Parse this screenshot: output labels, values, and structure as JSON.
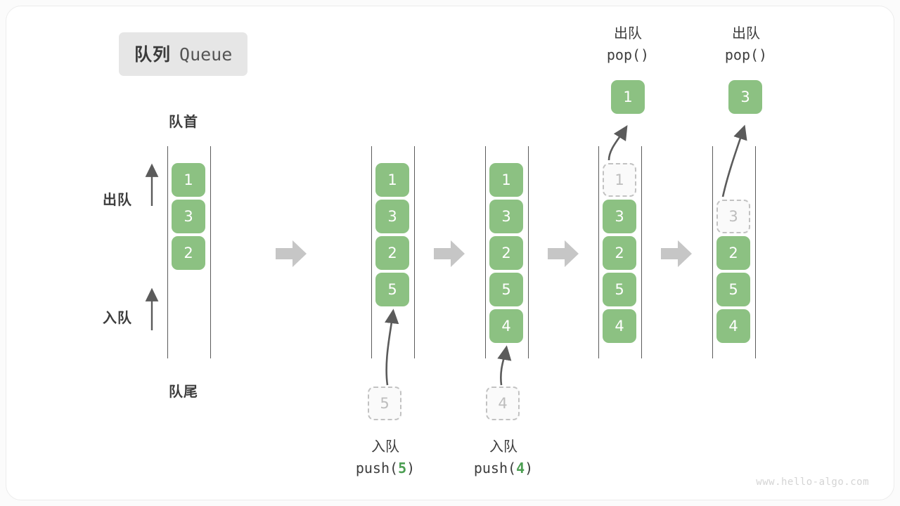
{
  "title": {
    "cn": "队列",
    "en": "Queue"
  },
  "labels": {
    "head": "队首",
    "tail": "队尾",
    "dequeue": "出队",
    "enqueue": "入队"
  },
  "colors": {
    "element": "#8cc182",
    "ghost_border": "#c2c2c2",
    "ghost_text": "#bdbdbd",
    "rail": "#5b5b5b",
    "step_arrow": "#c6c6c6",
    "badge_bg": "#e6e6e6",
    "accent_number": "#4c9e52",
    "card_bg": "#ffffff",
    "page_bg": "#fbfbfb"
  },
  "stages": [
    {
      "id": "initial",
      "items": [
        "1",
        "3",
        "2"
      ],
      "ghost": null,
      "popped": null,
      "caption_top": null,
      "caption_bottom": null
    },
    {
      "id": "after-push-5",
      "items": [
        "1",
        "3",
        "2",
        "5"
      ],
      "ghost": {
        "value": "5",
        "position": "below"
      },
      "popped": null,
      "caption_top": null,
      "caption_bottom": {
        "cn": "入队",
        "code_prefix": "push(",
        "code_value": "5",
        "code_suffix": ")"
      }
    },
    {
      "id": "after-push-4",
      "items": [
        "1",
        "3",
        "2",
        "5",
        "4"
      ],
      "ghost": {
        "value": "4",
        "position": "below"
      },
      "popped": null,
      "caption_top": null,
      "caption_bottom": {
        "cn": "入队",
        "code_prefix": "push(",
        "code_value": "4",
        "code_suffix": ")"
      }
    },
    {
      "id": "after-pop-1",
      "items": [
        "3",
        "2",
        "5",
        "4"
      ],
      "ghost": {
        "value": "1",
        "position": "slot0"
      },
      "popped": "1",
      "caption_top": {
        "cn": "出队",
        "code": "pop()"
      },
      "caption_bottom": null
    },
    {
      "id": "after-pop-3",
      "items": [
        "2",
        "5",
        "4"
      ],
      "ghost": {
        "value": "3",
        "position": "slot1"
      },
      "popped": "3",
      "caption_top": {
        "cn": "出队",
        "code": "pop()"
      },
      "caption_bottom": null
    }
  ],
  "watermark": "www.hello-algo.com"
}
